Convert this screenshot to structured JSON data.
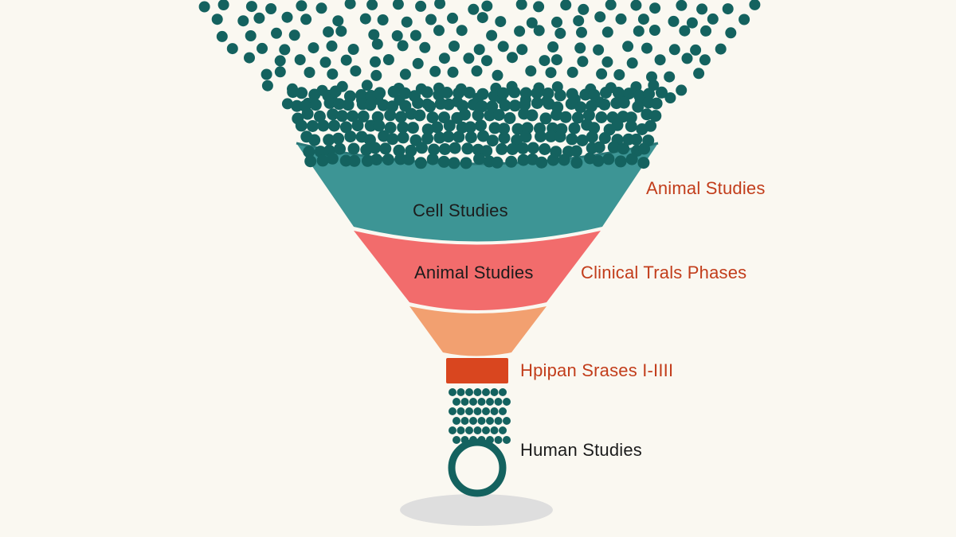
{
  "funnel": {
    "colors": {
      "background": "#faf8f1",
      "particles": "#14625f",
      "stage_cell": "#3d9595",
      "stage_cell_rim": "#2a7878",
      "stage_animal": "#f26c6c",
      "stage_clinical": "#f2a070",
      "stage_neck": "#d9461f",
      "shadow": "#dedede"
    },
    "stages": [
      {
        "id": "cell",
        "label": "Cell Studies"
      },
      {
        "id": "animal",
        "label": "Animal Studies"
      },
      {
        "id": "clinical",
        "label": ""
      },
      {
        "id": "neck",
        "label": ""
      }
    ]
  },
  "side_labels": [
    {
      "text": "Animal Studies",
      "color": "#c23d1b"
    },
    {
      "text": "Clinical Trals Phases",
      "color": "#c23d1b"
    },
    {
      "text": "Hpipan Srases I-IIII",
      "color": "#c23d1b"
    },
    {
      "text": "Human Studies",
      "color": "#1c1c1c"
    }
  ]
}
